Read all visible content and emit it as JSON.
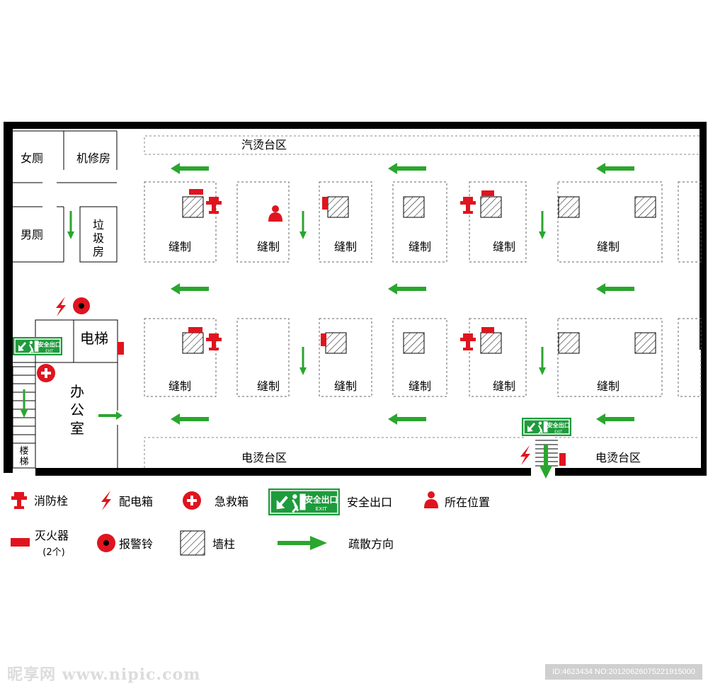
{
  "rooms": {
    "womens_toilet": "女厕",
    "machine_repair": "机修房",
    "mens_toilet": "男厕",
    "garbage_room": [
      "垃",
      "圾",
      "房"
    ],
    "elevator": "电梯",
    "office": [
      "办",
      "公",
      "室"
    ],
    "stairs": [
      "楼",
      "梯"
    ],
    "steam_ironing": "汽烫台区",
    "electric_ironing": "电烫台区"
  },
  "stations": {
    "label": "缝制"
  },
  "exit_sign": {
    "cn": "安全出口",
    "en": "EXIT"
  },
  "legend": {
    "hydrant": "消防栓",
    "distribution_box": "配电箱",
    "first_aid": "急救箱",
    "safety_exit": "安全出口",
    "you_are_here": "所在位置",
    "extinguisher": "灭火器",
    "extinguisher_note": "(2个)",
    "alarm_bell": "报警铃",
    "wall_column": "墙柱",
    "evacuation": "疏散方向"
  },
  "watermark": {
    "left": "昵享网 www.nipic.com",
    "right": "ID:4623434 NO:20120626075221915000"
  },
  "colors": {
    "red": "#e0141e",
    "green": "#2aa62e",
    "exit_green": "#1e9b3c",
    "wall": "#000000"
  }
}
